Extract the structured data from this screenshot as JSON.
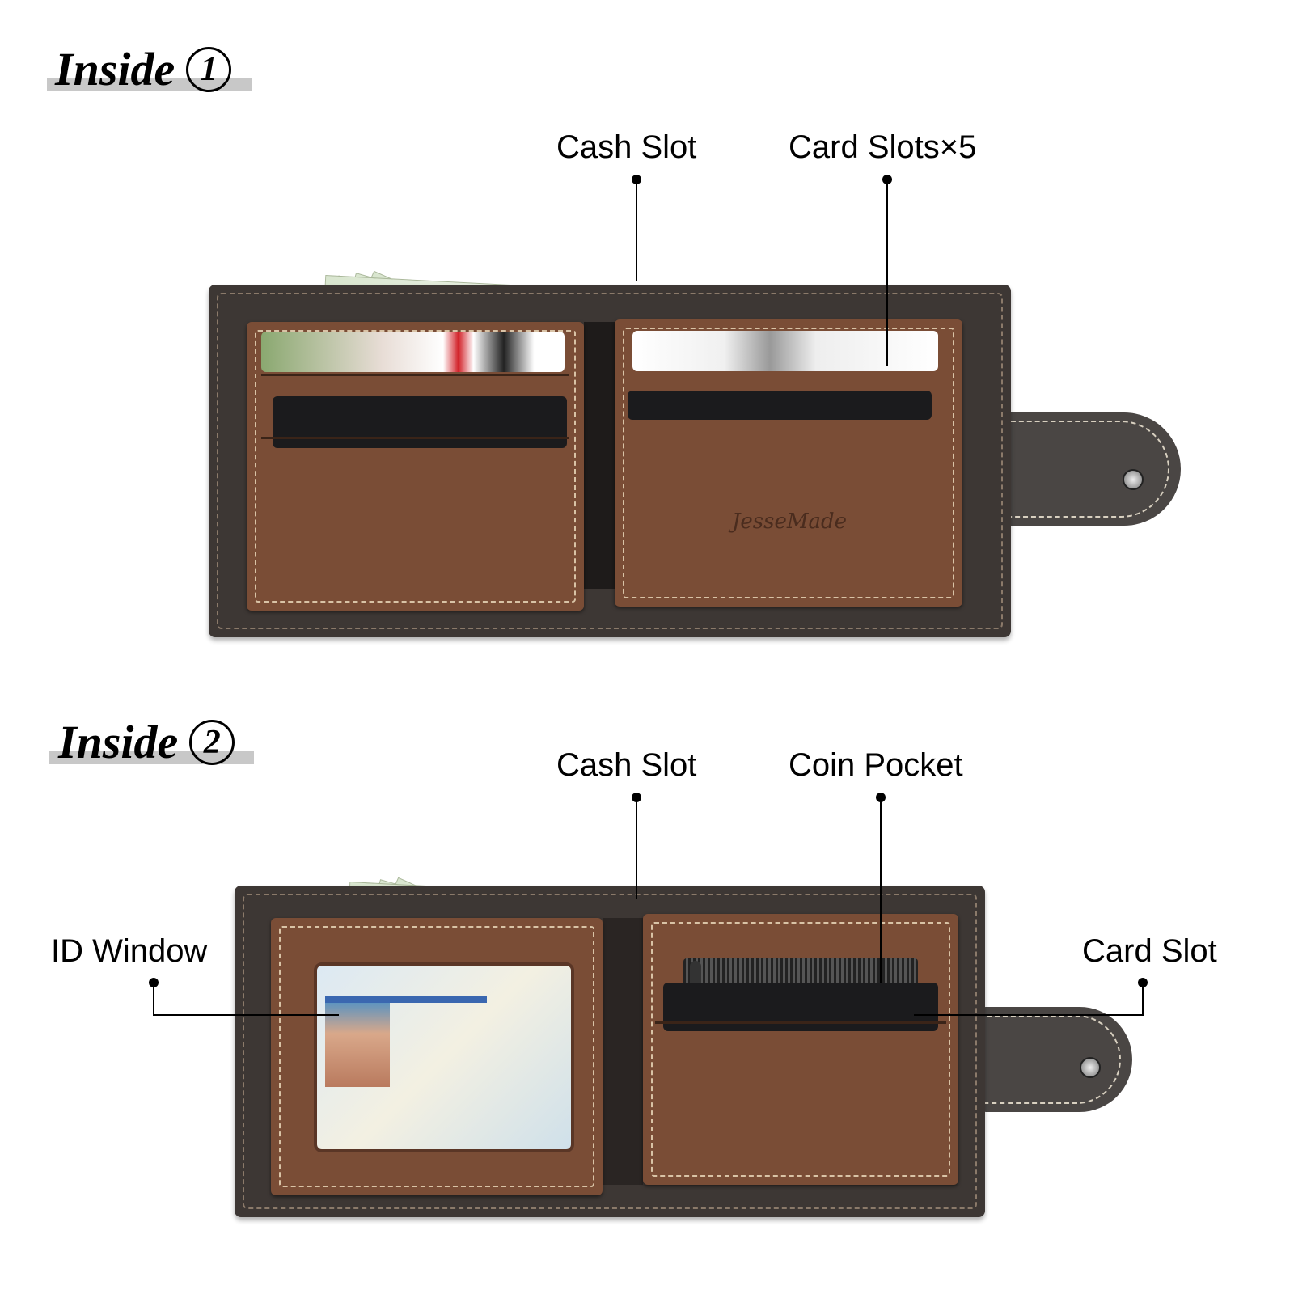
{
  "section1": {
    "heading": "Inside",
    "number": "1",
    "labels": {
      "cash_slot": "Cash Slot",
      "card_slots": "Card Slots×5"
    }
  },
  "section2": {
    "heading": "Inside",
    "number": "2",
    "labels": {
      "cash_slot": "Cash Slot",
      "coin_pocket": "Coin Pocket",
      "id_window": "ID Window",
      "card_slot": "Card Slot"
    }
  },
  "logo": "JesseMade",
  "colors": {
    "leather_outer": "#3d3734",
    "leather_inner": "#7a4d36",
    "stitch": "#d9c3a6",
    "heading_bar": "#c8c8c8"
  }
}
